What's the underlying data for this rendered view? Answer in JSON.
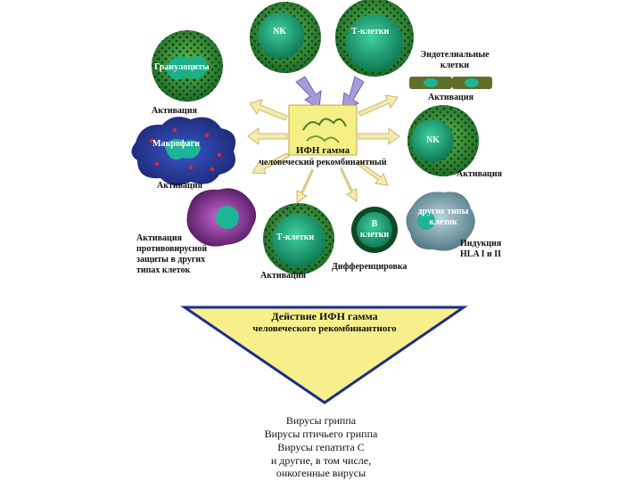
{
  "center": {
    "title": "ИФН гамма",
    "subtitle": "человеческий рекомбинантный"
  },
  "cells": {
    "nk_top": "NK",
    "t_top": "Т-клетки",
    "granulocytes": "Гранулоциты",
    "macrophages": "Макрофаги",
    "endothelial_line1": "Эндотелиальные",
    "endothelial_line2": "клетки",
    "nk_right": "NK",
    "other_line1": "другие типы",
    "other_line2": "клеток",
    "t_bottom": "Т-клетки",
    "b_line1": "B",
    "b_line2": "клетки"
  },
  "effects": {
    "granulocytes": "Активация",
    "macrophages": "Активация",
    "endothelial": "Активация",
    "nk_right": "Активация",
    "t_bottom": "Активация",
    "b_cells": "Дифференцировка",
    "other_line1": "Индукция",
    "other_line2": "HLA I и II",
    "antiviral_line1": "Активация",
    "antiviral_line2": "противовирусной",
    "antiviral_line3": "защиты в других",
    "antiviral_line4": "типах клеток"
  },
  "triangle": {
    "line1": "Действие ИФН гамма",
    "line2": "человеческого рекомбинантного"
  },
  "viruses": [
    "Вирусы гриппа",
    "Вирусы птичьего гриппа",
    "Вирусы гепатита С",
    "и другие, в том числе,",
    "онкогенные вирусы"
  ],
  "colors": {
    "cell_outer": "#2e8b3a",
    "cell_inner": "#1a9f7a",
    "dots": "#0b2a12",
    "macrophage": "#2a3fa0",
    "purple_cell": "#7a2c8c",
    "other_cell": "#7fa8b5",
    "center_box": "#f5ef86",
    "arrow_fill": "#f3eab0",
    "arrow_purple": "#a79ad8",
    "triangle_fill": "#f7ef8c",
    "triangle_stroke": "#1b2e8c"
  }
}
